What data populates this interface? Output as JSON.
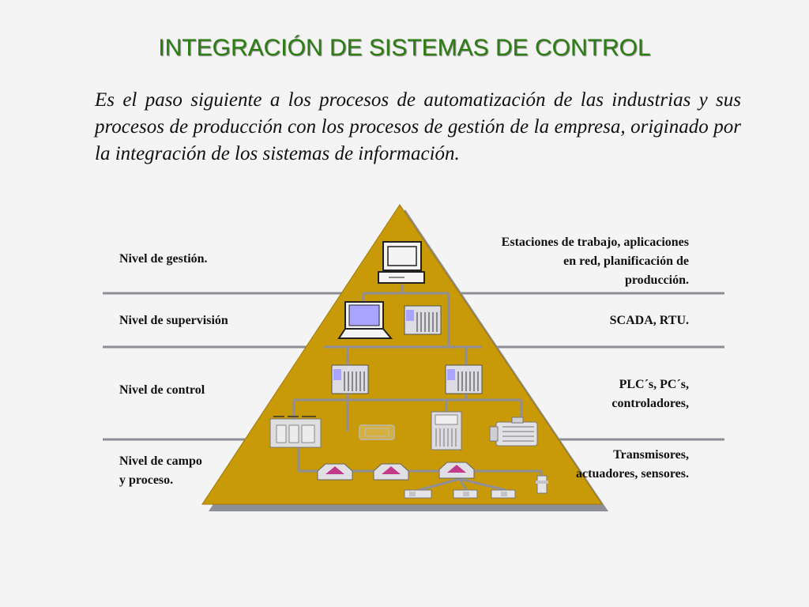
{
  "title": "INTEGRACIÓN DE SISTEMAS DE CONTROL",
  "intro": "Es el paso siguiente a los procesos de automatización de las industrias y sus procesos de producción con los procesos de gestión de la empresa, originado por la integración de los sistemas de información.",
  "levels": [
    {
      "name": "Nivel de gestión.",
      "description_lines": [
        "Estaciones de trabajo, aplicaciones",
        "en red, planificación de",
        "producción."
      ]
    },
    {
      "name": "Nivel de supervisión",
      "description_lines": [
        "SCADA, RTU."
      ]
    },
    {
      "name": "Nivel de control",
      "description_lines": [
        "PLC´s,  PC´s,",
        "controladores,"
      ]
    },
    {
      "name_lines": [
        "Nivel de campo",
        "y proceso."
      ],
      "description_lines": [
        "Transmisores,",
        "actuadores, sensores."
      ]
    }
  ],
  "colors": {
    "title": "#2c7d12",
    "pyramid": "#c99a08",
    "pyramid_shadow": "#8e8e96",
    "divider": "#8e8e96",
    "screen": "#a9a4ff"
  },
  "icons": [
    "workstation-icon",
    "laptop-icon",
    "plc-rack-icon",
    "controller-icon",
    "motor-icon",
    "field-device-icon",
    "sensor-icon"
  ]
}
